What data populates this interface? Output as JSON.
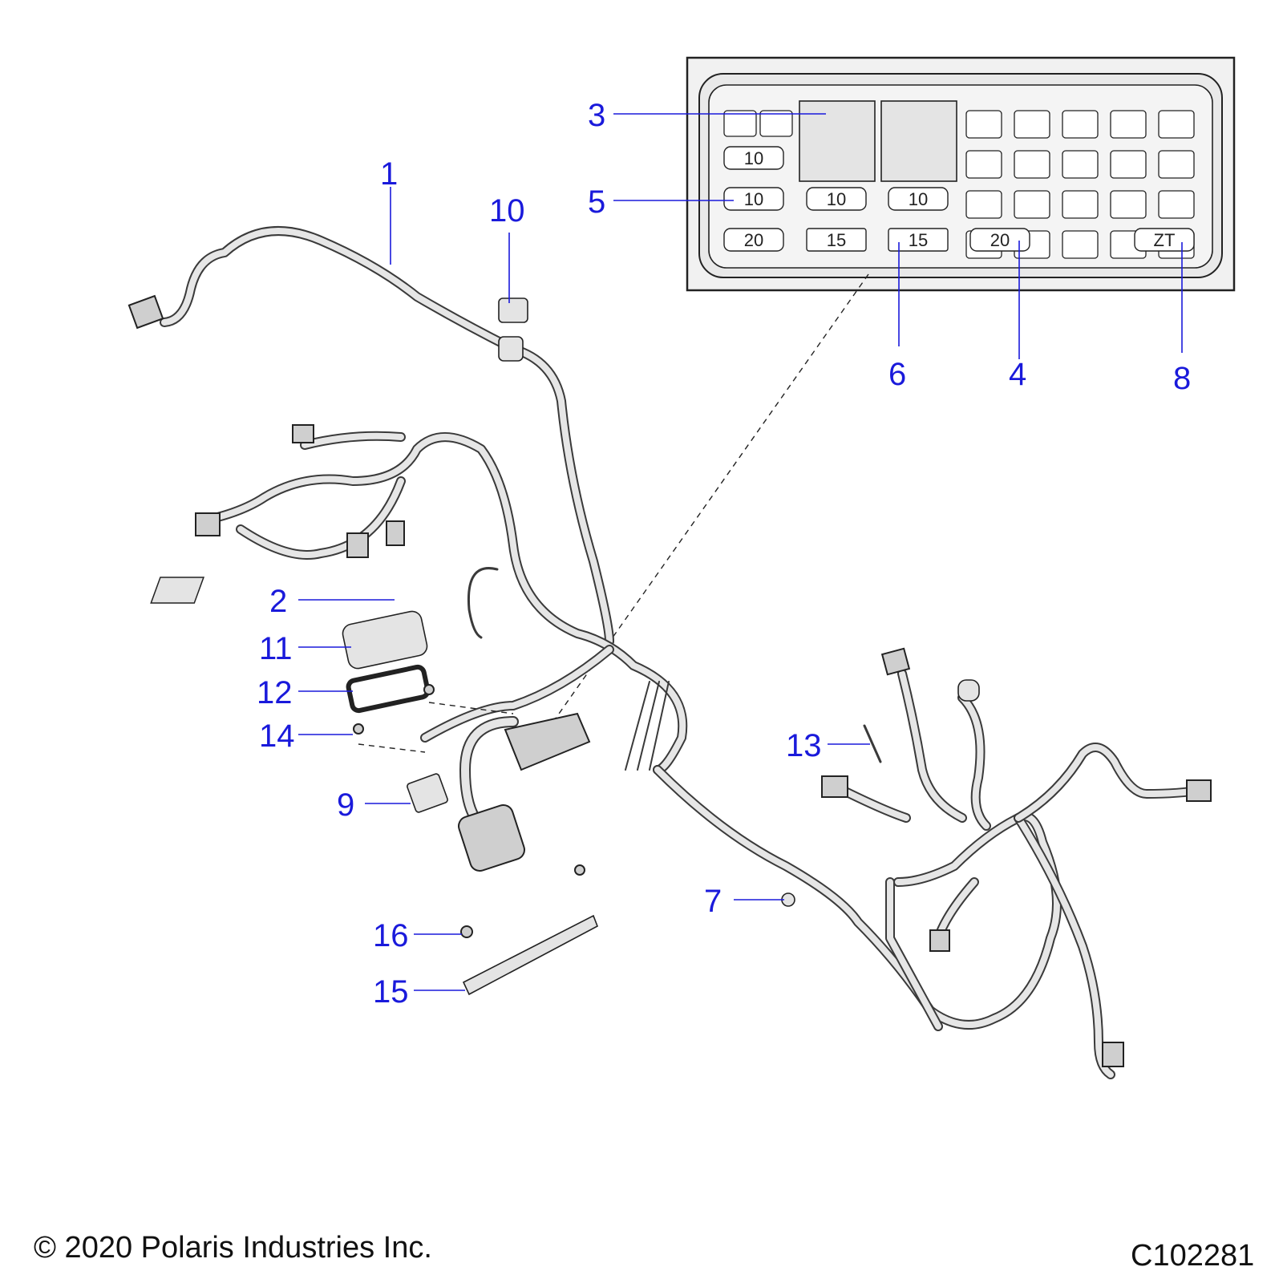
{
  "callouts": [
    "1",
    "2",
    "3",
    "4",
    "5",
    "6",
    "7",
    "8",
    "9",
    "10",
    "11",
    "12",
    "13",
    "14",
    "15",
    "16"
  ],
  "fuse_box": {
    "rating_10": "10",
    "rating_15": "15",
    "rating_20": "20",
    "rating_zt": "ZT"
  },
  "footer": {
    "copyright": "© 2020 Polaris Industries Inc.",
    "code": "C102281"
  }
}
